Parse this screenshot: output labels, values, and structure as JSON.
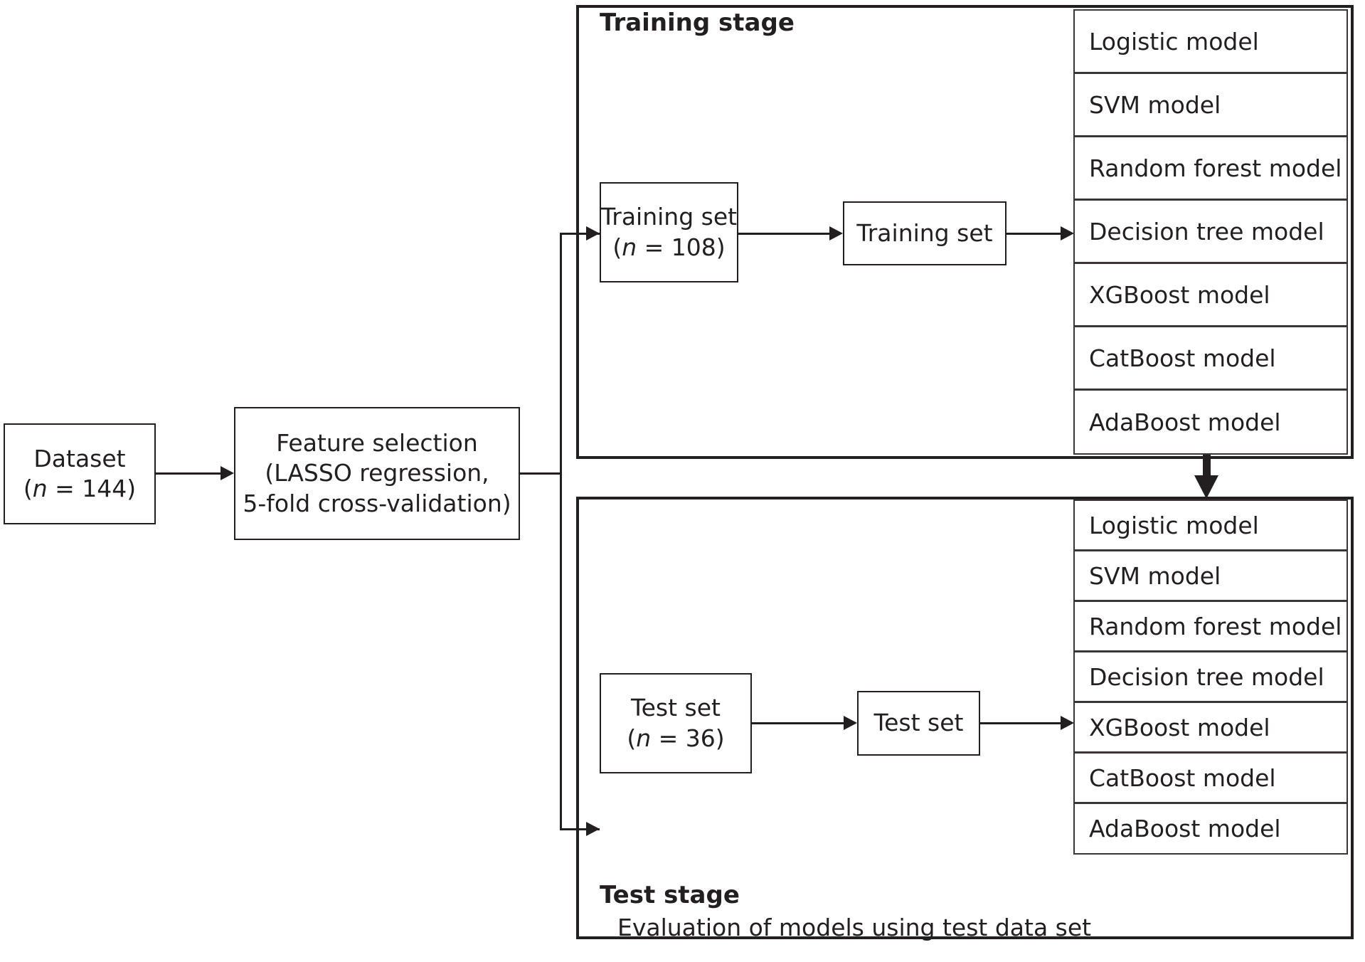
{
  "diagram": {
    "title": "Machine learning model development flowchart",
    "nodes": {
      "dataset": {
        "line1": "Dataset",
        "line2": "(n = 144)"
      },
      "feature_selection": {
        "line1": "Feature selection",
        "line2": "(LASSO regression,",
        "line3": "5-fold cross-validation)"
      },
      "training_set_split": {
        "line1": "Training set",
        "line2": "(n = 108)"
      },
      "training_set_feed": {
        "line1": "Training set"
      },
      "test_set_split": {
        "line1": "Test set",
        "line2": "(n = 36)"
      },
      "test_set_feed": {
        "line1": "Test set"
      }
    },
    "stages": [
      {
        "id": "training-stage",
        "title": "Training stage",
        "subtitle": "",
        "models": [
          "Logistic model",
          "SVM model",
          "Random forest model",
          "Decision tree model",
          "XGBoost model",
          "CatBoost model",
          "AdaBoost model"
        ]
      },
      {
        "id": "test-stage",
        "title": "Test stage",
        "subtitle": "Evaluation of models using test data set",
        "models": [
          "Logistic model",
          "SVM model",
          "Random forest model",
          "Decision tree model",
          "XGBoost model",
          "CatBoost model",
          "AdaBoost model"
        ]
      }
    ],
    "colors": {
      "stroke": "#231f20",
      "background": "#ffffff"
    }
  }
}
